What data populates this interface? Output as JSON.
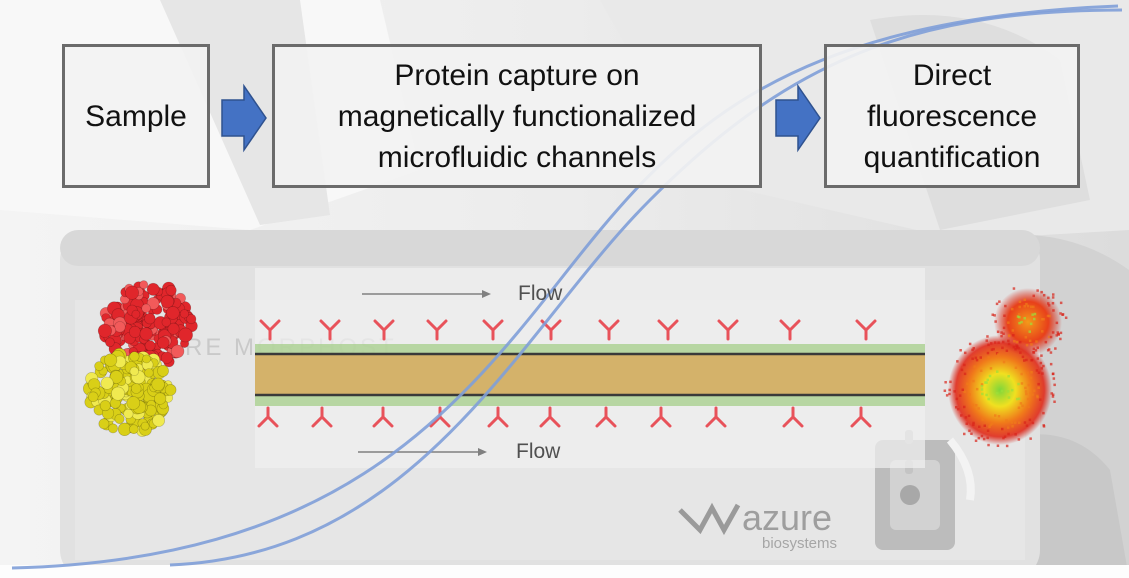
{
  "steps": [
    {
      "label": "Sample"
    },
    {
      "label": "Protein capture on\nmagnetically functionalized\nmicrofluidic channels"
    },
    {
      "label": "Direct\nfluorescence\nquantification"
    }
  ],
  "channel": {
    "flow_top_label": "Flow",
    "flow_bottom_label": "Flow"
  },
  "background": {
    "brand_text": "azure",
    "brand_subtext": "biosystems",
    "device_text": "RE MORPHOST"
  },
  "colors": {
    "arrow_fill": "#4472c4",
    "arrow_stroke": "#2f528f",
    "curve": "#7f9ed8",
    "antibody": "#e8525a",
    "channel_fill": "#d4b26a",
    "membrane": "#a9d08e",
    "protein_top": "#e0262b",
    "protein_bottom": "#d9cf17"
  }
}
